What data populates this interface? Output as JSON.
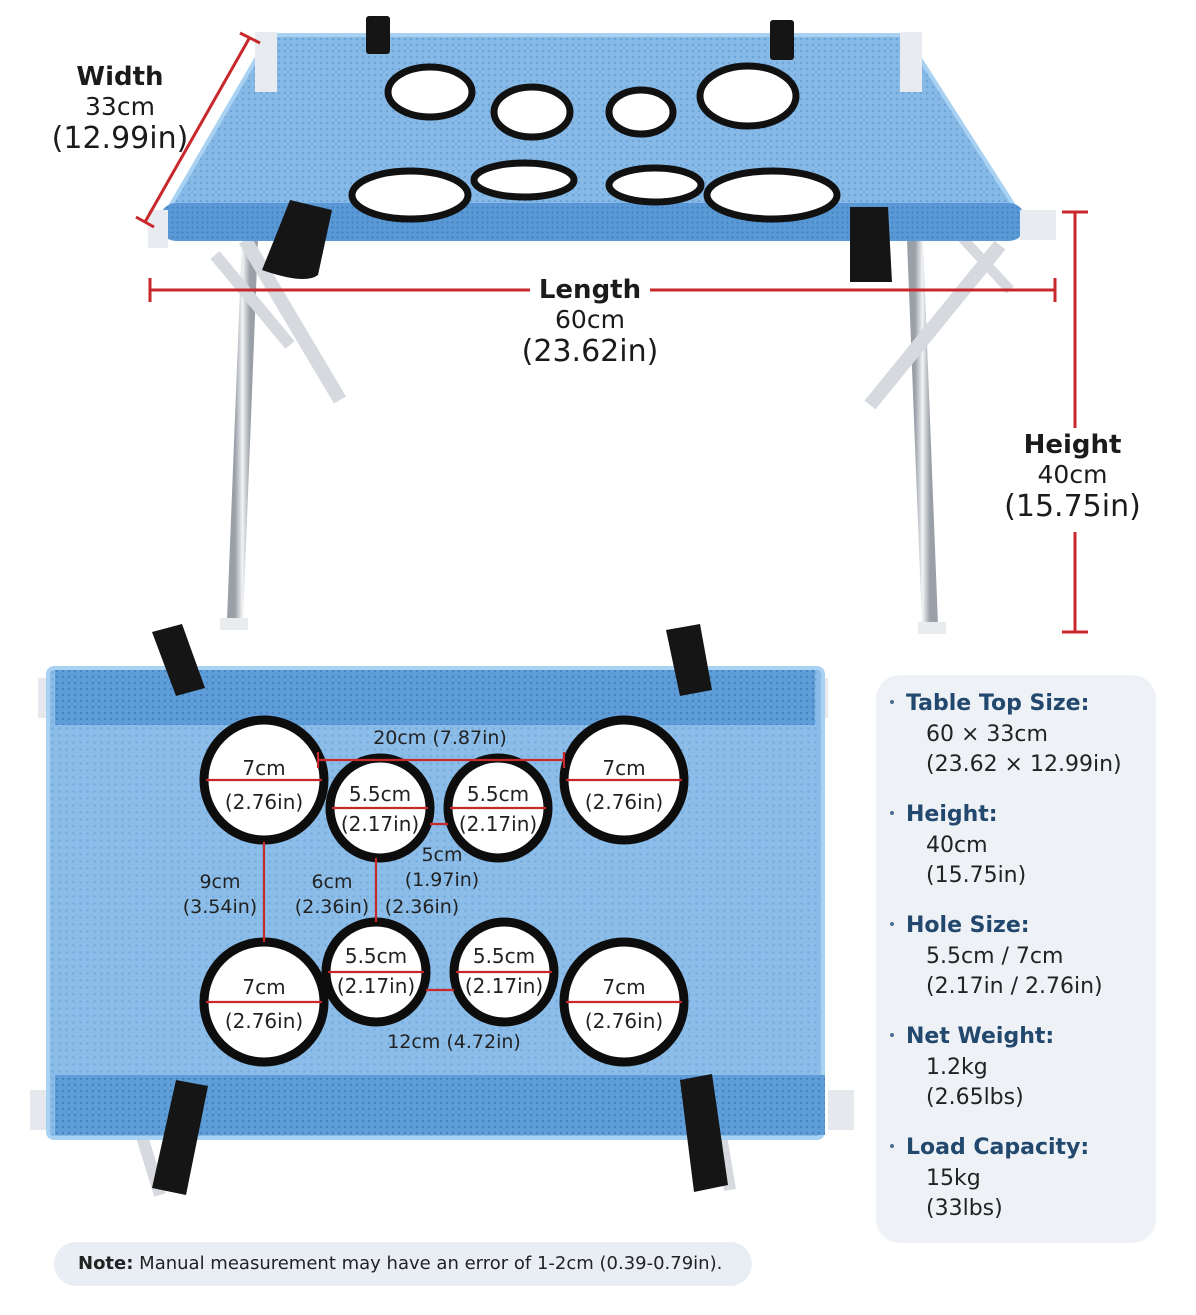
{
  "dimensions": {
    "width": {
      "label": "Width",
      "cm": "33cm",
      "inch": "(12.99in)"
    },
    "length": {
      "label": "Length",
      "cm": "60cm",
      "inch": "(23.62in)"
    },
    "height": {
      "label": "Height",
      "cm": "40cm",
      "inch": "(15.75in)"
    }
  },
  "holes": {
    "large_cm": "7cm",
    "large_in": "(2.76in)",
    "small_cm": "5.5cm",
    "small_in": "(2.17in)"
  },
  "measurements": {
    "top_span": "20cm (7.87in)",
    "gap_small": "5cm",
    "gap_small_in": "(1.97in)",
    "vertical_large": "9cm",
    "vertical_large_in": "(3.54in)",
    "vertical_small": "6cm",
    "vertical_small_in": "(2.36in)",
    "vertical_small_in_2": "(2.36in)",
    "bottom_span": "12cm (4.72in)"
  },
  "specs": [
    {
      "title": "Table Top Size:",
      "line1": "60 × 33cm",
      "line2": "(23.62 × 12.99in)"
    },
    {
      "title": "Height:",
      "line1": "40cm",
      "line2": "(15.75in)"
    },
    {
      "title": "Hole Size:",
      "line1": "5.5cm / 7cm",
      "line2": "(2.17in / 2.76in)"
    },
    {
      "title": "Net Weight:",
      "line1": "1.2kg",
      "line2": "(2.65lbs)"
    },
    {
      "title": "Load Capacity:",
      "line1": "15kg",
      "line2": "(33lbs)"
    }
  ],
  "note": {
    "label": "Note:",
    "text": " Manual measurement may have an error of 1-2cm (0.39-0.79in)."
  },
  "colors": {
    "mesh": "#7fb3e3",
    "mesh_dark": "#5e97cf",
    "rail": "#5c9bd8",
    "dimension_line": "#c8282b",
    "strap": "#151515",
    "leg": "#c9cdd3",
    "panel": "#eef2f7",
    "spec_title": "#23486e"
  }
}
